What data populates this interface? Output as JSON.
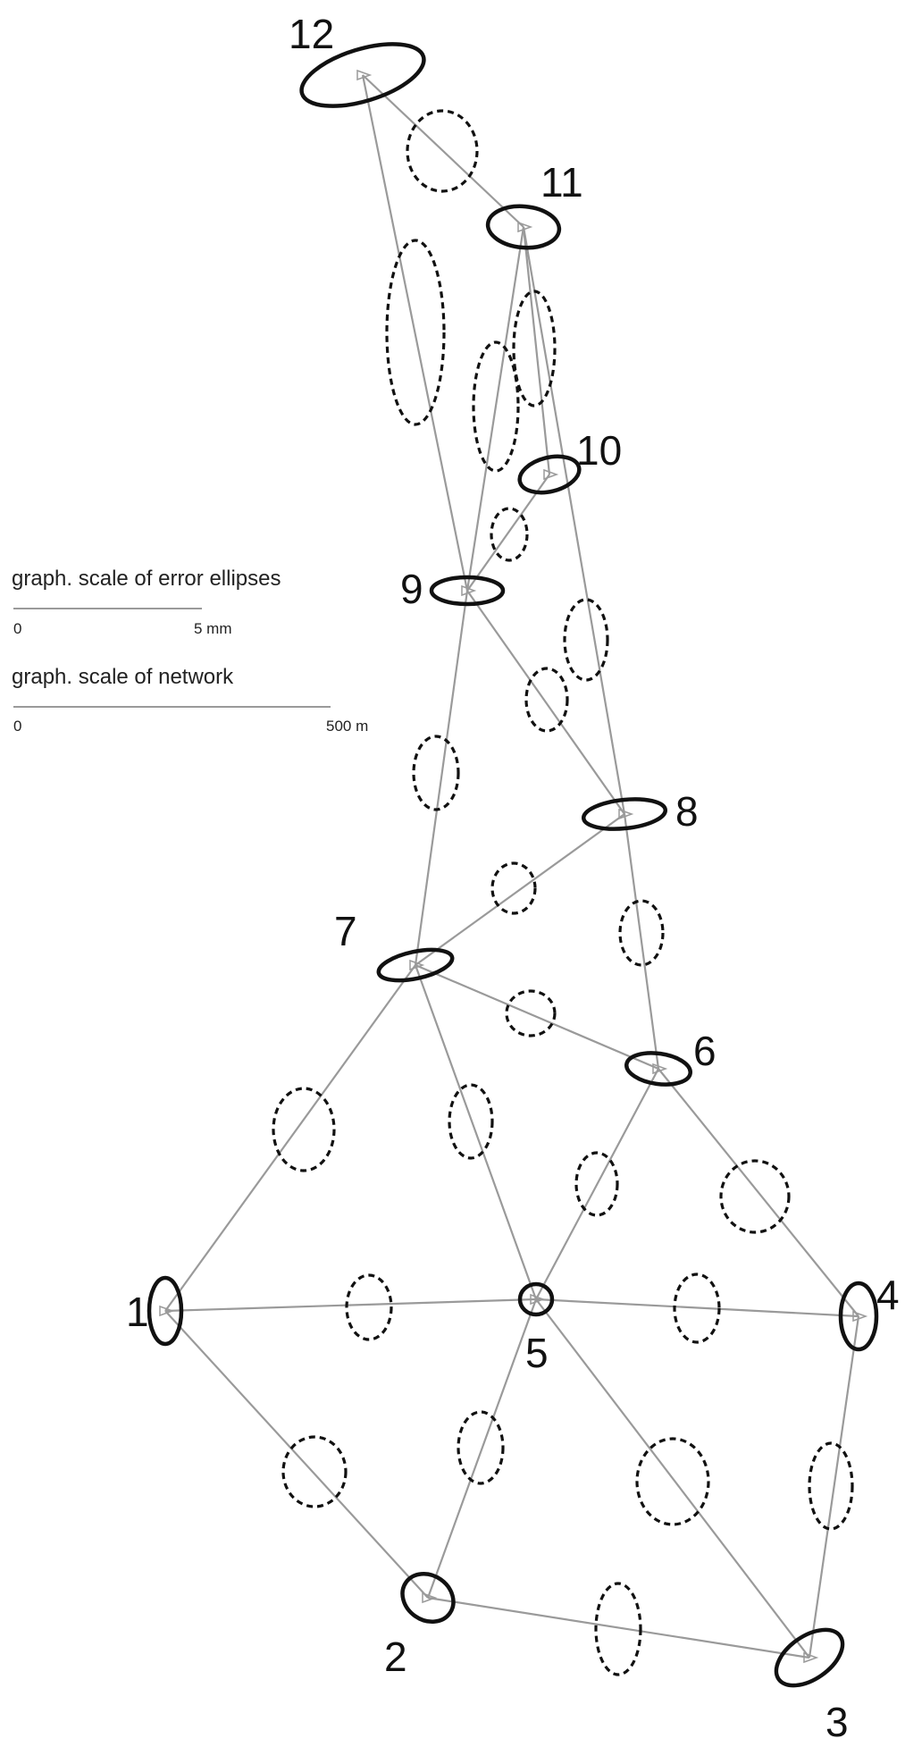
{
  "scale_bars": {
    "error_ellipses": {
      "title": "graph. scale of error ellipses",
      "start_label": "0",
      "end_label": "5 mm"
    },
    "network": {
      "title": "graph. scale of network",
      "start_label": "0",
      "end_label": "500 m"
    }
  },
  "points": [
    {
      "id": "1",
      "label": "1"
    },
    {
      "id": "2",
      "label": "2"
    },
    {
      "id": "3",
      "label": "3"
    },
    {
      "id": "4",
      "label": "4"
    },
    {
      "id": "5",
      "label": "5"
    },
    {
      "id": "6",
      "label": "6"
    },
    {
      "id": "7",
      "label": "7"
    },
    {
      "id": "8",
      "label": "8"
    },
    {
      "id": "9",
      "label": "9"
    },
    {
      "id": "10",
      "label": "10"
    },
    {
      "id": "11",
      "label": "11"
    },
    {
      "id": "12",
      "label": "12"
    }
  ],
  "edges": [
    [
      "1",
      "7"
    ],
    [
      "1",
      "5"
    ],
    [
      "1",
      "2"
    ],
    [
      "2",
      "5"
    ],
    [
      "2",
      "3"
    ],
    [
      "3",
      "5"
    ],
    [
      "3",
      "4"
    ],
    [
      "4",
      "5"
    ],
    [
      "4",
      "6"
    ],
    [
      "5",
      "6"
    ],
    [
      "5",
      "7"
    ],
    [
      "6",
      "7"
    ],
    [
      "6",
      "8"
    ],
    [
      "7",
      "8"
    ],
    [
      "7",
      "9"
    ],
    [
      "8",
      "9"
    ],
    [
      "8",
      "11"
    ],
    [
      "9",
      "10"
    ],
    [
      "9",
      "11"
    ],
    [
      "9",
      "12"
    ],
    [
      "10",
      "11"
    ],
    [
      "11",
      "12"
    ]
  ],
  "style": {
    "edge_color": "#9a9a9a",
    "ellipse_color": "#111111",
    "background": "#ffffff"
  }
}
